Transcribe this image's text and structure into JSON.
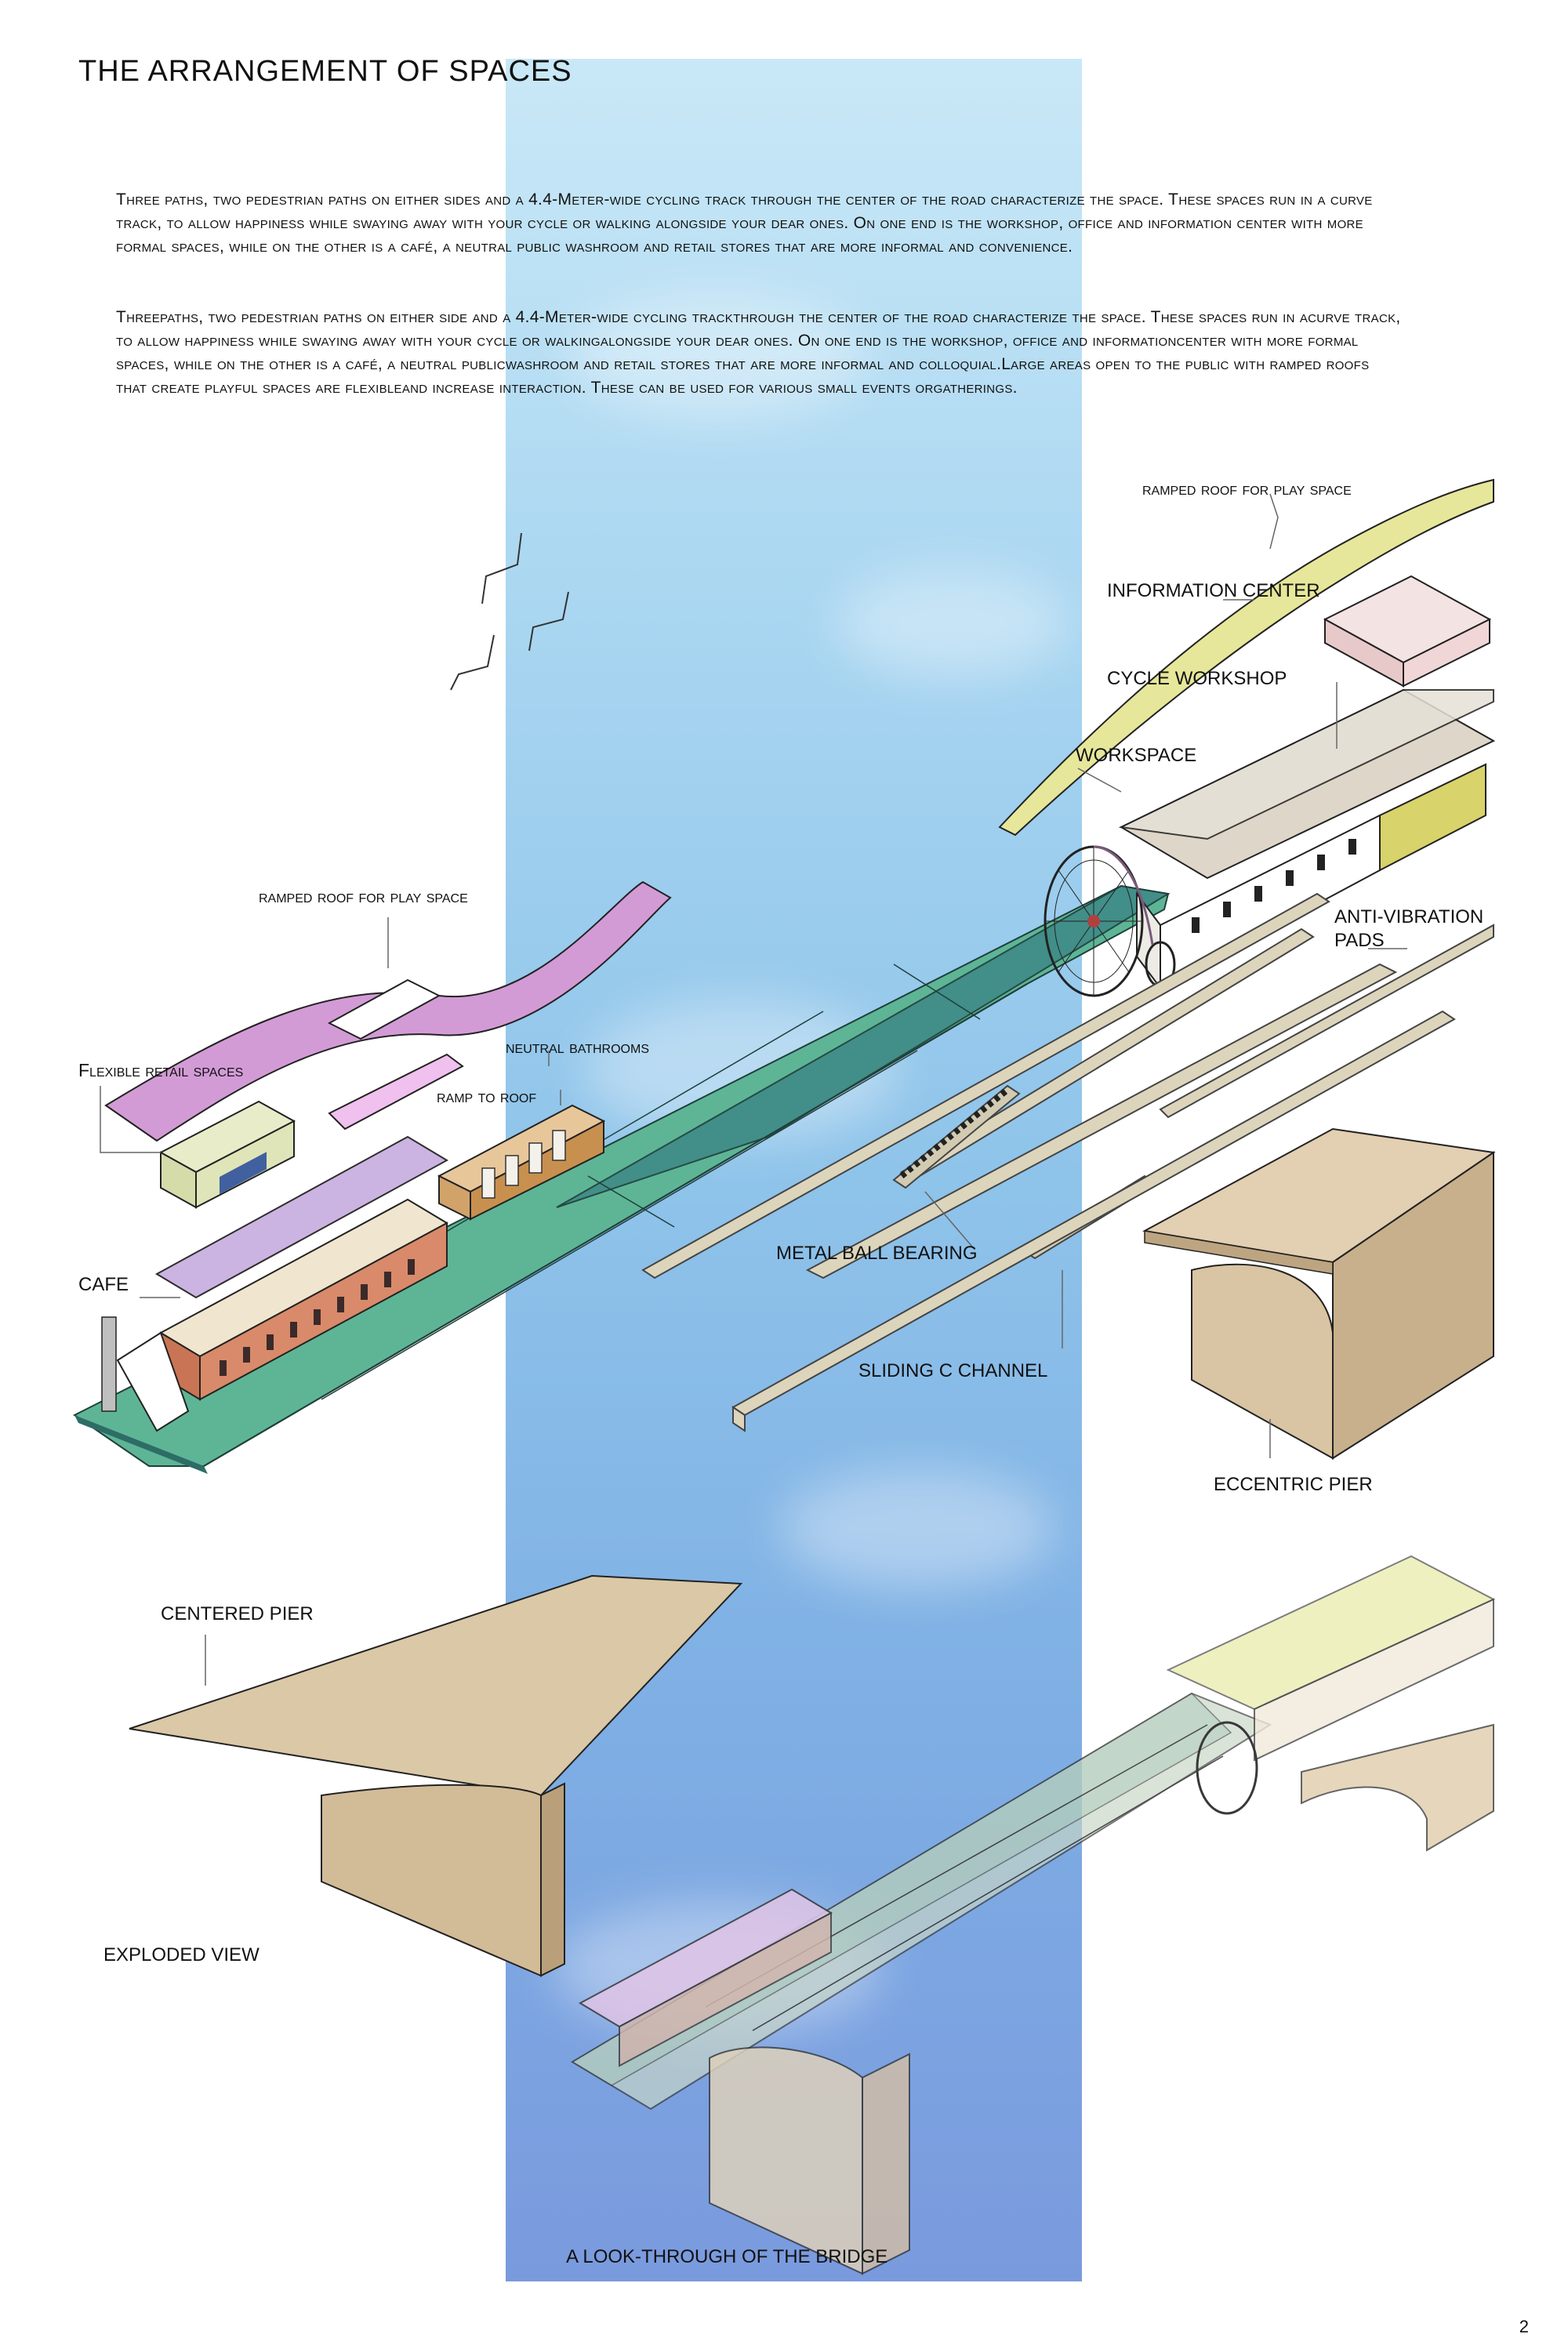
{
  "header": {
    "title": "THE ARRANGEMENT OF SPACES",
    "paragraph_1": "Three paths, two pedestrian paths on either sides and a 4.4-Meter-wide cycling track through the center of the road characterize the space. These spaces run in a curve track, to allow happiness while swaying away with your cycle or walking alongside your dear ones. On one end is the workshop, office and information center with more formal spaces, while on the other is a café, a neutral public washroom and retail stores that are more informal and convenience.",
    "paragraph_2": "Threepaths, two pedestrian paths on either side and a 4.4-Meter-wide cycling trackthrough the center of the road characterize the space. These spaces run in acurve track, to allow happiness while swaying away with your cycle or walkingalongside your dear ones. On one end is the workshop, office and informationcenter with more formal spaces, while on the other is a café, a neutral publicwashroom and retail stores that are more informal and colloquial.Large areas open to the public with ramped roofs that create playful spaces are flexibleand increase interaction. These can be used for various small events orgatherings."
  },
  "labels": {
    "ramped_roof_right": "ramped roof for play space",
    "information_center": "INFORMATION CENTER",
    "cycle_workshop": "CYCLE WORKSHOP",
    "workspace": "WORKSPACE",
    "anti_vibration_pads": "ANTI-VIBRATION\nPADS",
    "ramped_roof_left": "ramped roof for play space",
    "flexible_retail": "Flexible retail spaces",
    "neutral_bathrooms": "neutral bathrooms",
    "ramp_to_roof": "ramp to roof",
    "cafe": "CAFE",
    "metal_ball_bearing": "METAL BALL BEARING",
    "sliding_c_channel": "SLIDING C CHANNEL",
    "eccentric_pier": "ECCENTRIC PIER",
    "centered_pier": "CENTERED PIER",
    "exploded_view": "EXPLODED VIEW",
    "look_through": "A LOOK-THROUGH OF THE BRIDGE"
  },
  "page_number": "2",
  "colors": {
    "deck_green": "#5eb596",
    "deck_dark": "#3f8a87",
    "pier_tan": "#d9c4a3",
    "roof_yellow": "#e6e79a",
    "roof_purple": "#d39bd6",
    "cafe_red": "#d98a6a",
    "rail_beige": "#dcd5bc",
    "building_grey": "#e3ddd3"
  }
}
